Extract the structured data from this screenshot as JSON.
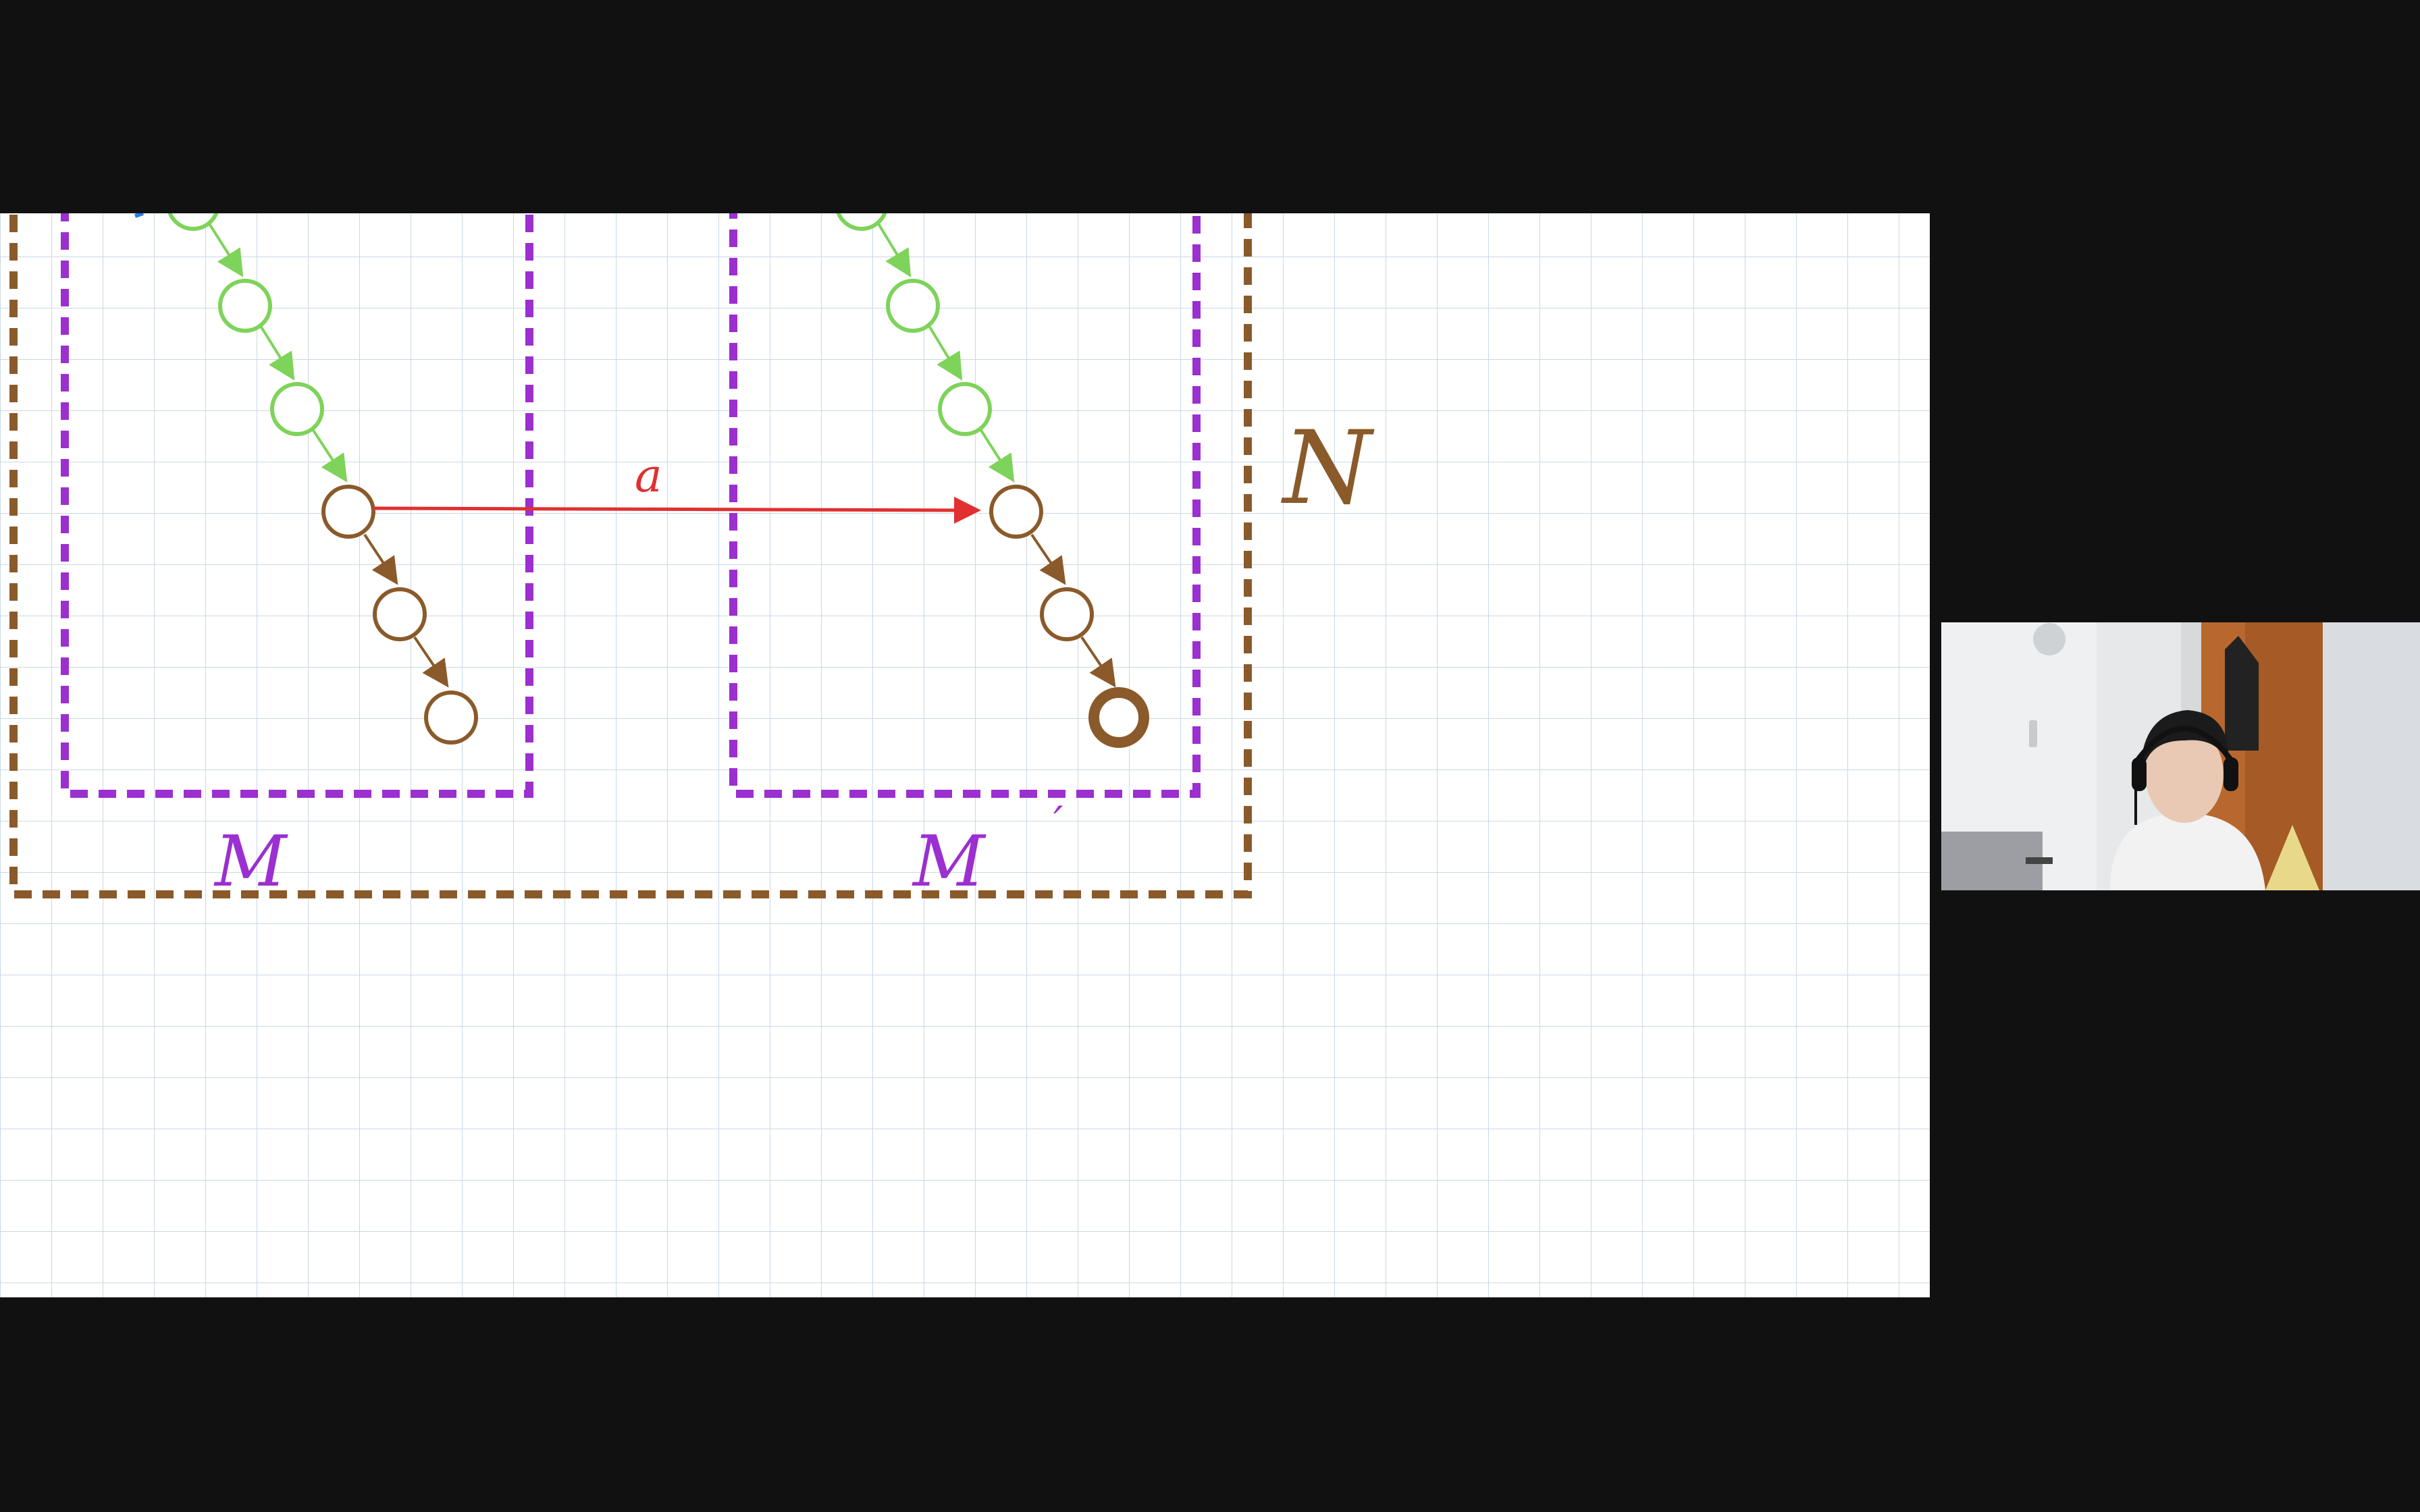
{
  "whiteboard": {
    "background_color": "#ffffff",
    "grid_color": "#c9d8e6",
    "left_frame_label": "M",
    "right_frame_label": "M",
    "right_frame_label_mark": "′",
    "outer_frame_label": "N",
    "arrow_label": "a"
  },
  "colors": {
    "green": "#7ed35a",
    "brown": "#8a5a2a",
    "purple": "#9b2fd0",
    "red": "#e03030",
    "blue": "#2b7de9",
    "letterbox": "#111111"
  },
  "webcam": {
    "participant": "presenter-video"
  }
}
